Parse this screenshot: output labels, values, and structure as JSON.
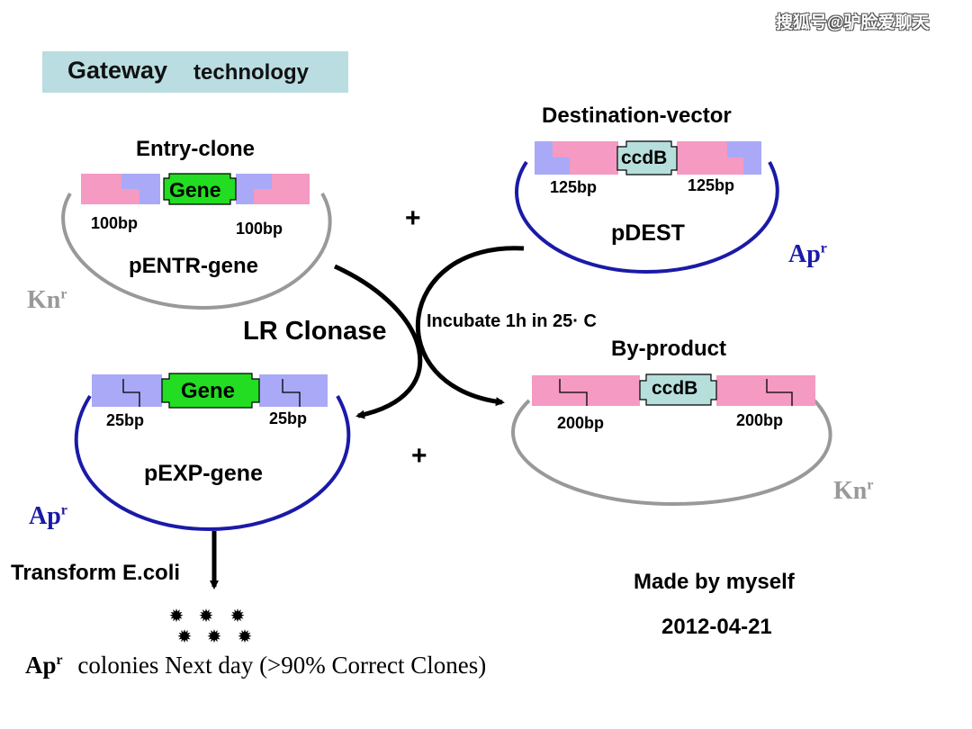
{
  "watermark": "搜狐号@驴脸爱聊天",
  "title": {
    "main": "Gateway",
    "sub": "technology"
  },
  "entry": {
    "title": "Entry-clone",
    "gene": "Gene",
    "left_bp": "100bp",
    "right_bp": "100bp",
    "plasmid": "pENTR-gene",
    "marker": "Kn",
    "marker_sup": "r"
  },
  "destination": {
    "title": "Destination-vector",
    "gene": "ccdB",
    "left_bp": "125bp",
    "right_bp": "125bp",
    "plasmid": "pDEST",
    "marker": "Ap",
    "marker_sup": "r"
  },
  "plus_top": "+",
  "plus_bottom": "+",
  "reaction": {
    "enzyme": "LR Clonase",
    "condition": "Incubate 1h in 25· C"
  },
  "expression": {
    "gene": "Gene",
    "left_bp": "25bp",
    "right_bp": "25bp",
    "plasmid": "pEXP-gene",
    "marker": "Ap",
    "marker_sup": "r"
  },
  "byproduct": {
    "title": "By-product",
    "gene": "ccdB",
    "left_bp": "200bp",
    "right_bp": "200bp",
    "marker": "Kn",
    "marker_sup": "r"
  },
  "transform": "Transform E.coli",
  "colonies": {
    "marker": "Ap",
    "marker_sup": "r",
    "text": "colonies Next day (>90% Correct Clones)"
  },
  "credit": {
    "author": "Made by myself",
    "date": "2012-04-21"
  },
  "colors": {
    "title_bg": "#b9dde1",
    "pink": "#f59ac2",
    "blue_box": "#a9a9f7",
    "gene_green": "#22dd22",
    "ccdb_bg": "#b6dfdc",
    "grey_plasmid": "#999999",
    "blue_plasmid": "#1a1aa8"
  }
}
